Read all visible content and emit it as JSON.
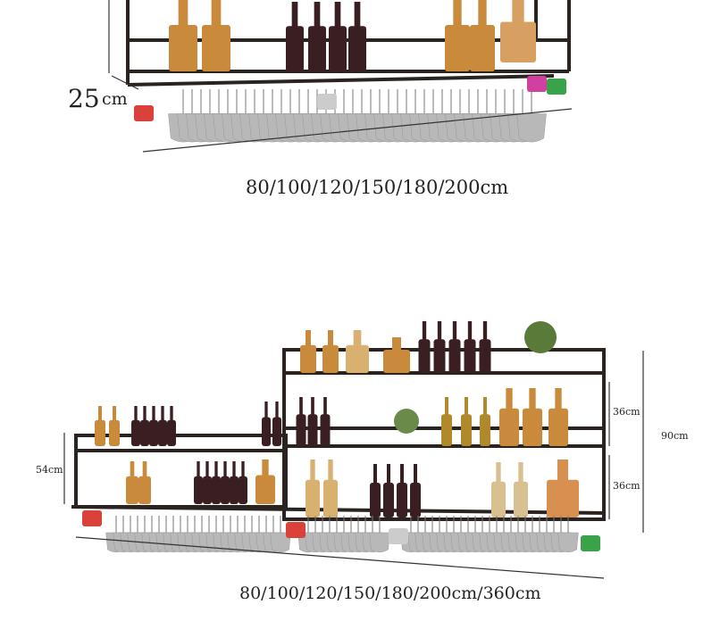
{
  "top_product": {
    "depth_label": "25",
    "depth_unit": "cm",
    "width_label": "80/100/120/150/180/200cm"
  },
  "bottom_product": {
    "height_left_label": "54cm",
    "shelf_upper_label": "36cm",
    "shelf_lower_label": "36cm",
    "total_height_label": "90cm",
    "width_label": "80/100/120/150/180/200cm/360cm"
  },
  "colors": {
    "frame": "#2a2320",
    "bottle_amber": "#c98a3c",
    "bottle_dark": "#3a1f22",
    "glass": "#b8b8b8",
    "mug_red": "#d9413a",
    "mug_green": "#3aa34a"
  }
}
